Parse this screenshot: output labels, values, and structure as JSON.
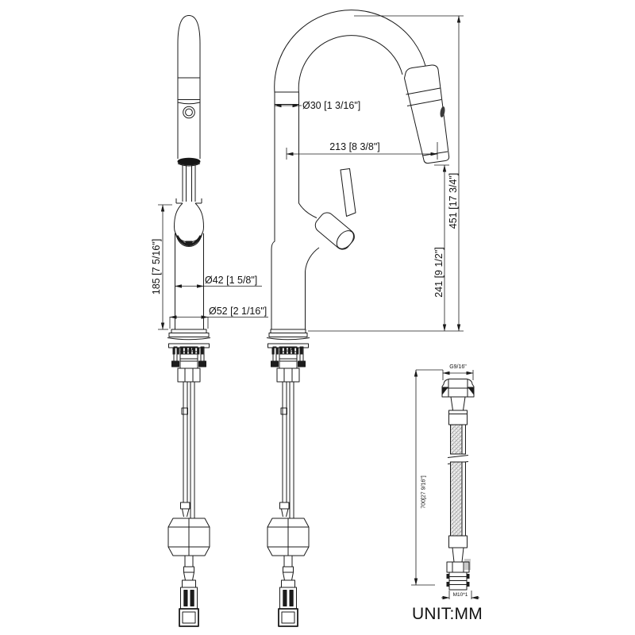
{
  "drawing": {
    "unit_note": "UNIT:MM",
    "dimensions": {
      "spout_outer_diameter": "Ø30 [1 3/16\"]",
      "spout_reach": "213 [8 3/8\"]",
      "overall_height": "451 [17 3/4\"]",
      "spout_outlet_height": "241 [9 1/2\"]",
      "body_height": "185 [7 5/16\"]",
      "body_diameter": "Ø42 [1 5/8\"]",
      "base_diameter": "Ø52 [2 1/16\"]"
    },
    "supply_hose": {
      "top_connector_thread": "G9/16\"",
      "hose_length": "700[27 9/16\"]",
      "bottom_connector_thread": "M10*1"
    }
  }
}
